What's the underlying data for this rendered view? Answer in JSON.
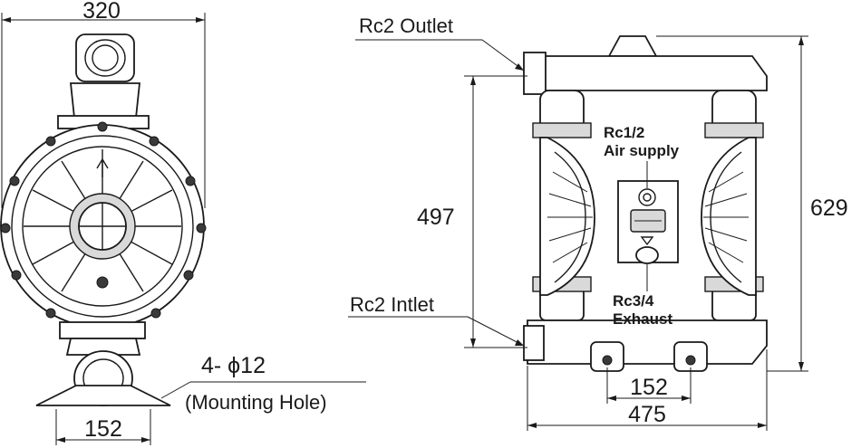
{
  "dimensions": {
    "front_width": "320",
    "front_base": "152",
    "side_height": "497",
    "side_total_height": "629",
    "side_base": "152",
    "side_width": "475"
  },
  "labels": {
    "outlet": "Rc2 Outlet",
    "inlet": "Rc2 Intlet",
    "air_supply_size": "Rc1/2",
    "air_supply": "Air supply",
    "exhaust_size": "Rc3/4",
    "exhaust": "Exhaust",
    "mounting_qty": "4- ϕ12",
    "mounting_note": "(Mounting Hole)"
  },
  "colors": {
    "line": "#1a1a1a",
    "background": "#ffffff"
  }
}
